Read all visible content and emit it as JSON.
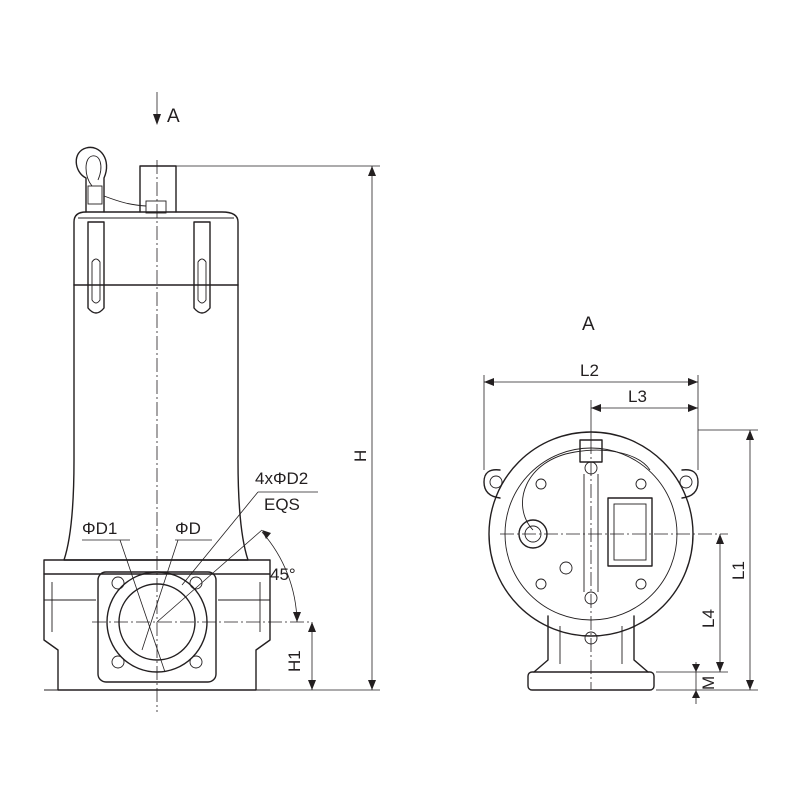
{
  "view_arrow_label": "A",
  "side_view_title": "A",
  "dimensions": {
    "H": "H",
    "H1": "H1",
    "D1": "ΦD1",
    "D": "ΦD",
    "D2": "4xΦD2",
    "EQS": "EQS",
    "angle": "45°",
    "L1": "L1",
    "L2": "L2",
    "L3": "L3",
    "L4": "L4",
    "M": "M"
  }
}
